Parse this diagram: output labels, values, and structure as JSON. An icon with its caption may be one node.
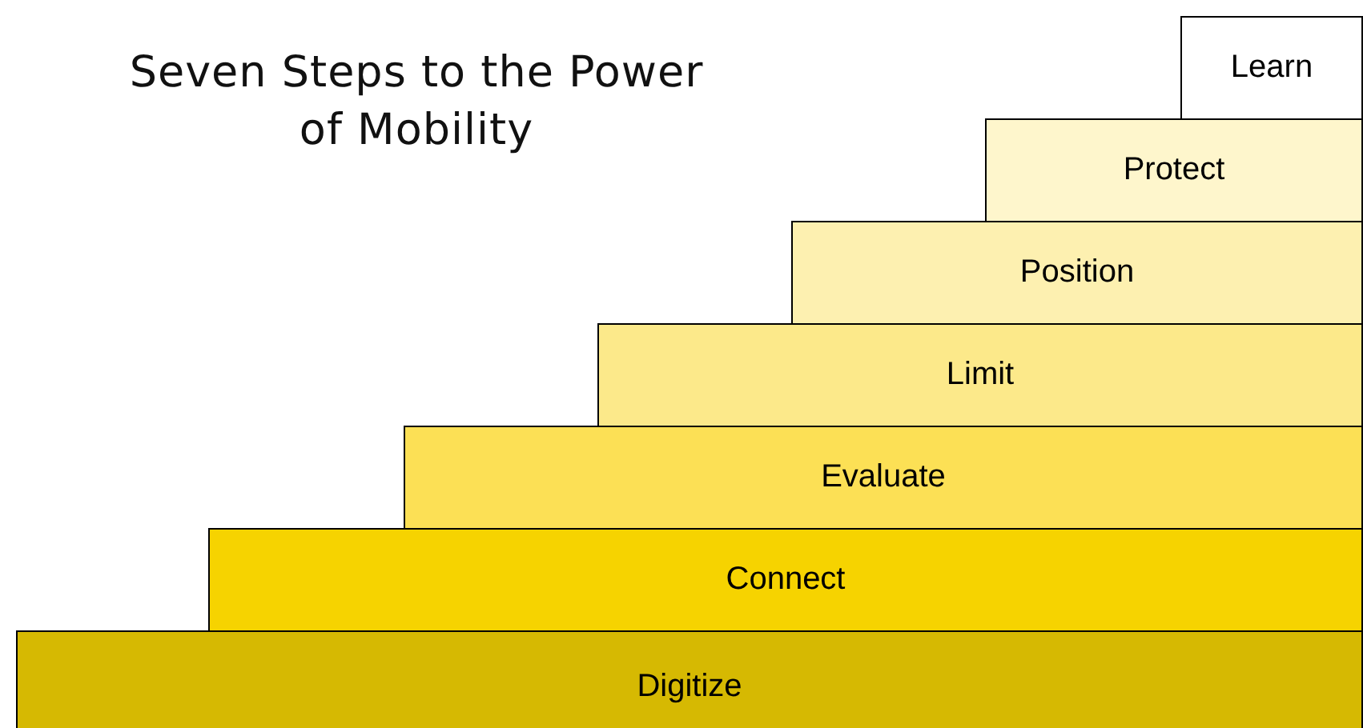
{
  "diagram": {
    "title": "Seven Steps to the Power of Mobility",
    "nodes": [
      {
        "text": [
          "Learn"
        ]
      },
      {
        "text": [
          "Protect"
        ]
      },
      {
        "text": [
          "Position"
        ]
      },
      {
        "text": [
          "Limit"
        ]
      },
      {
        "text": [
          "Evaluate"
        ]
      },
      {
        "text": [
          "Connect"
        ]
      },
      {
        "text": [
          "Digitize"
        ]
      }
    ]
  }
}
